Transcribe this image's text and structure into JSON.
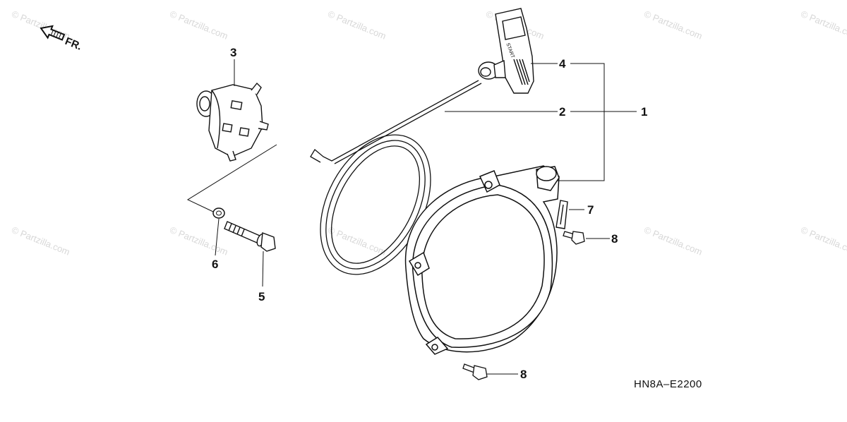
{
  "watermark": "© Partzilla.com",
  "diagram_code": "HN8A–E2200",
  "direction_label": "FR.",
  "start_label": "START",
  "callouts": {
    "c1": "1",
    "c2": "2",
    "c3": "3",
    "c4": "4",
    "c5": "5",
    "c6": "6",
    "c7": "7",
    "c8a": "8",
    "c8b": "8"
  },
  "parts": {
    "p1": "recoil-starter-assembly",
    "p2": "starter-rope",
    "p3": "starter-pulley",
    "p4": "starter-grip",
    "p5": "flange-bolt",
    "p6": "washer",
    "p7": "rope-guide",
    "p8": "flange-bolts"
  }
}
